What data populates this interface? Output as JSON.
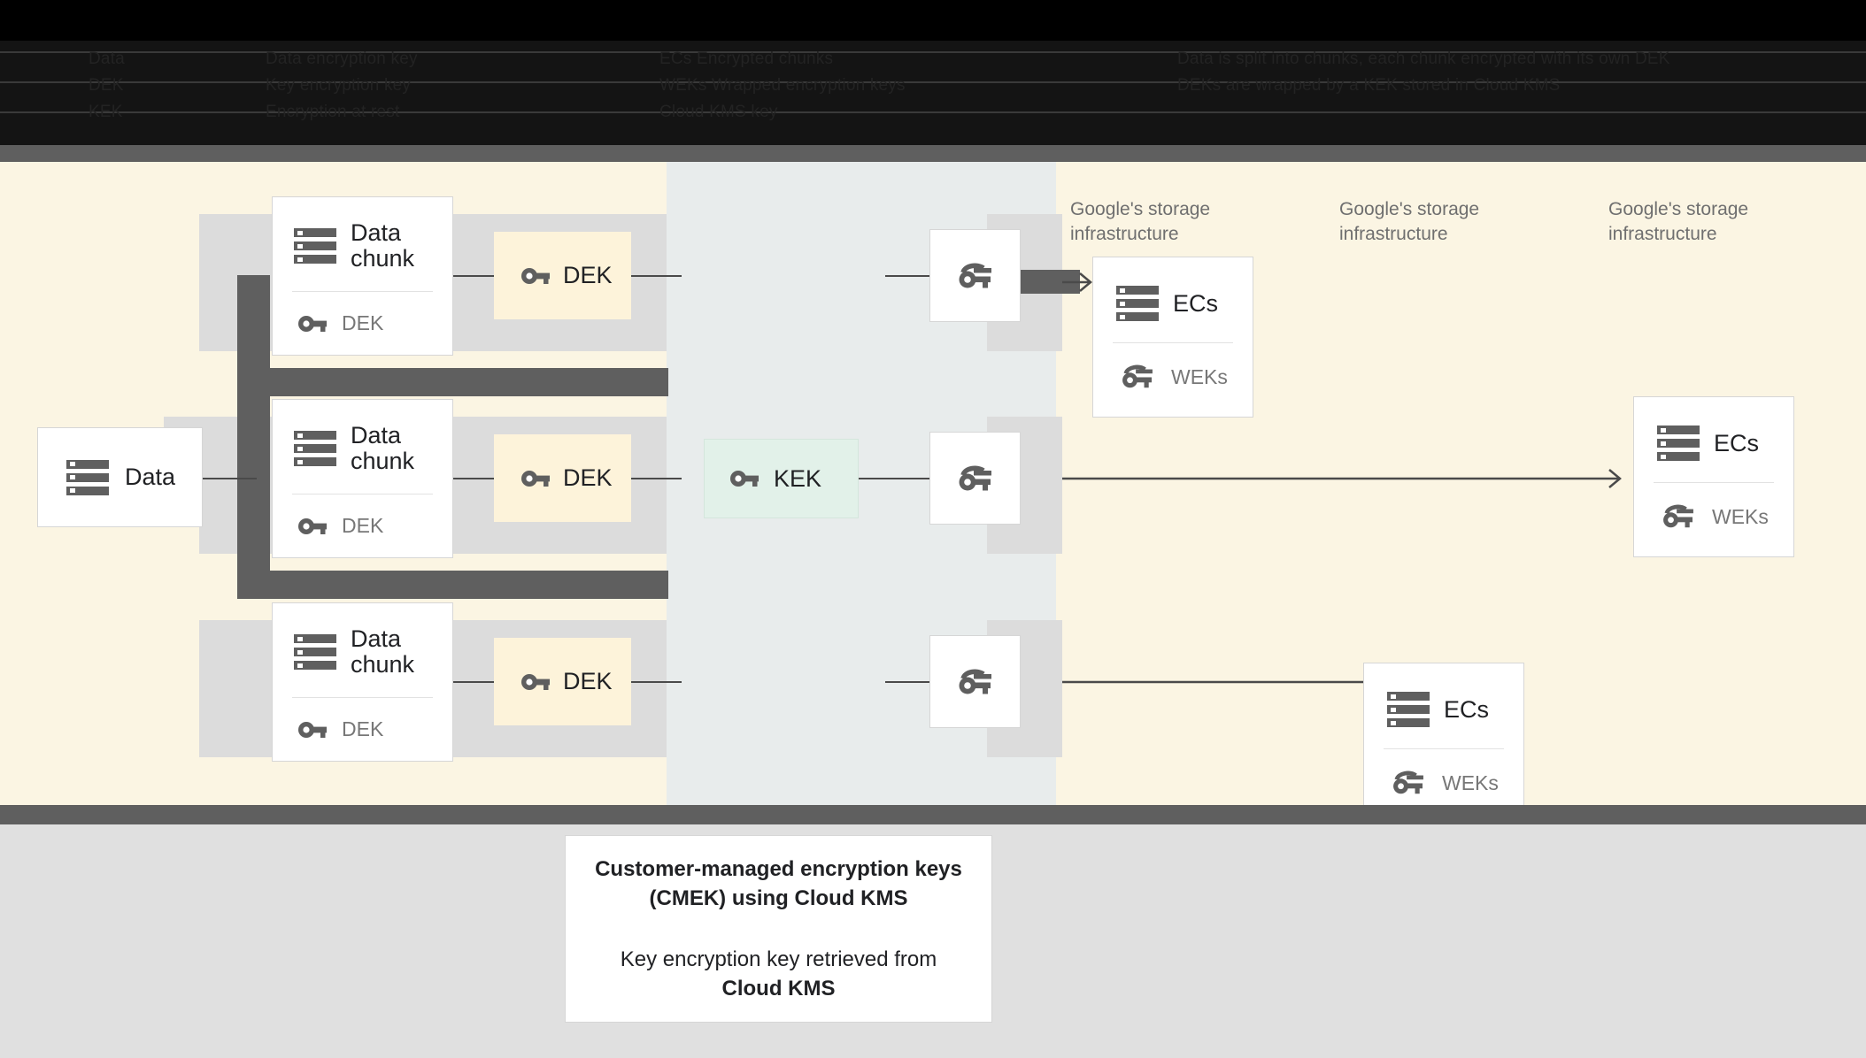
{
  "legend": {
    "obscured": true,
    "col1": "Data\nDEK\nKEK",
    "col2": "Data encryption key\nKey encryption key\nEncryption at rest",
    "col3": "ECs  Encrypted chunks\nWEKs Wrapped encryption keys\nCloud KMS key",
    "col4": "Data is split into chunks, each chunk encrypted with its own DEK\nDEKs are wrapped by a KEK stored in Cloud KMS"
  },
  "diagram": {
    "source": {
      "label": "Data",
      "icon": "server-stack-icon"
    },
    "chunks": [
      {
        "title": "Data chunk",
        "key_label": "DEK",
        "key_icon": "key-icon"
      },
      {
        "title": "Data chunk",
        "key_label": "DEK",
        "key_icon": "key-icon"
      },
      {
        "title": "Data chunk",
        "key_label": "DEK",
        "key_icon": "key-icon"
      }
    ],
    "deks": [
      {
        "label": "DEK",
        "icon": "key-icon"
      },
      {
        "label": "DEK",
        "icon": "key-icon"
      },
      {
        "label": "DEK",
        "icon": "key-icon"
      }
    ],
    "kek": {
      "label": "KEK",
      "icon": "key-icon",
      "color": "#e2f1e9"
    },
    "wrapped_keys": [
      {
        "icon": "wrapped-key-icon"
      },
      {
        "icon": "wrapped-key-icon"
      },
      {
        "icon": "wrapped-key-icon"
      }
    ],
    "infra_labels": [
      "Google's storage infrastructure",
      "Google's storage infrastructure",
      "Google's storage infrastructure"
    ],
    "ec_cards": [
      {
        "title": "ECs",
        "key_label": "WEKs",
        "icon": "server-stack-icon",
        "key_icon": "wrapped-key-icon"
      },
      {
        "title": "ECs",
        "key_label": "WEKs",
        "icon": "server-stack-icon",
        "key_icon": "wrapped-key-icon"
      },
      {
        "title": "ECs",
        "key_label": "WEKs",
        "icon": "server-stack-icon",
        "key_icon": "wrapped-key-icon"
      }
    ]
  },
  "caption": {
    "title_line1": "Customer-managed encryption keys",
    "title_line2": "(CMEK) using Cloud KMS",
    "body_line1": "Key encryption key retrieved from",
    "body_line2": "Cloud KMS"
  },
  "colors": {
    "cream": "#fbf5e3",
    "band_grey_blue": "#e8ecec",
    "block_grey": "#dcdcdc",
    "bar_dark": "#5f5f5f",
    "dek_yellow": "#fdf3da",
    "kek_green": "#e2f1e9",
    "page_grey": "#e0e0e0"
  }
}
